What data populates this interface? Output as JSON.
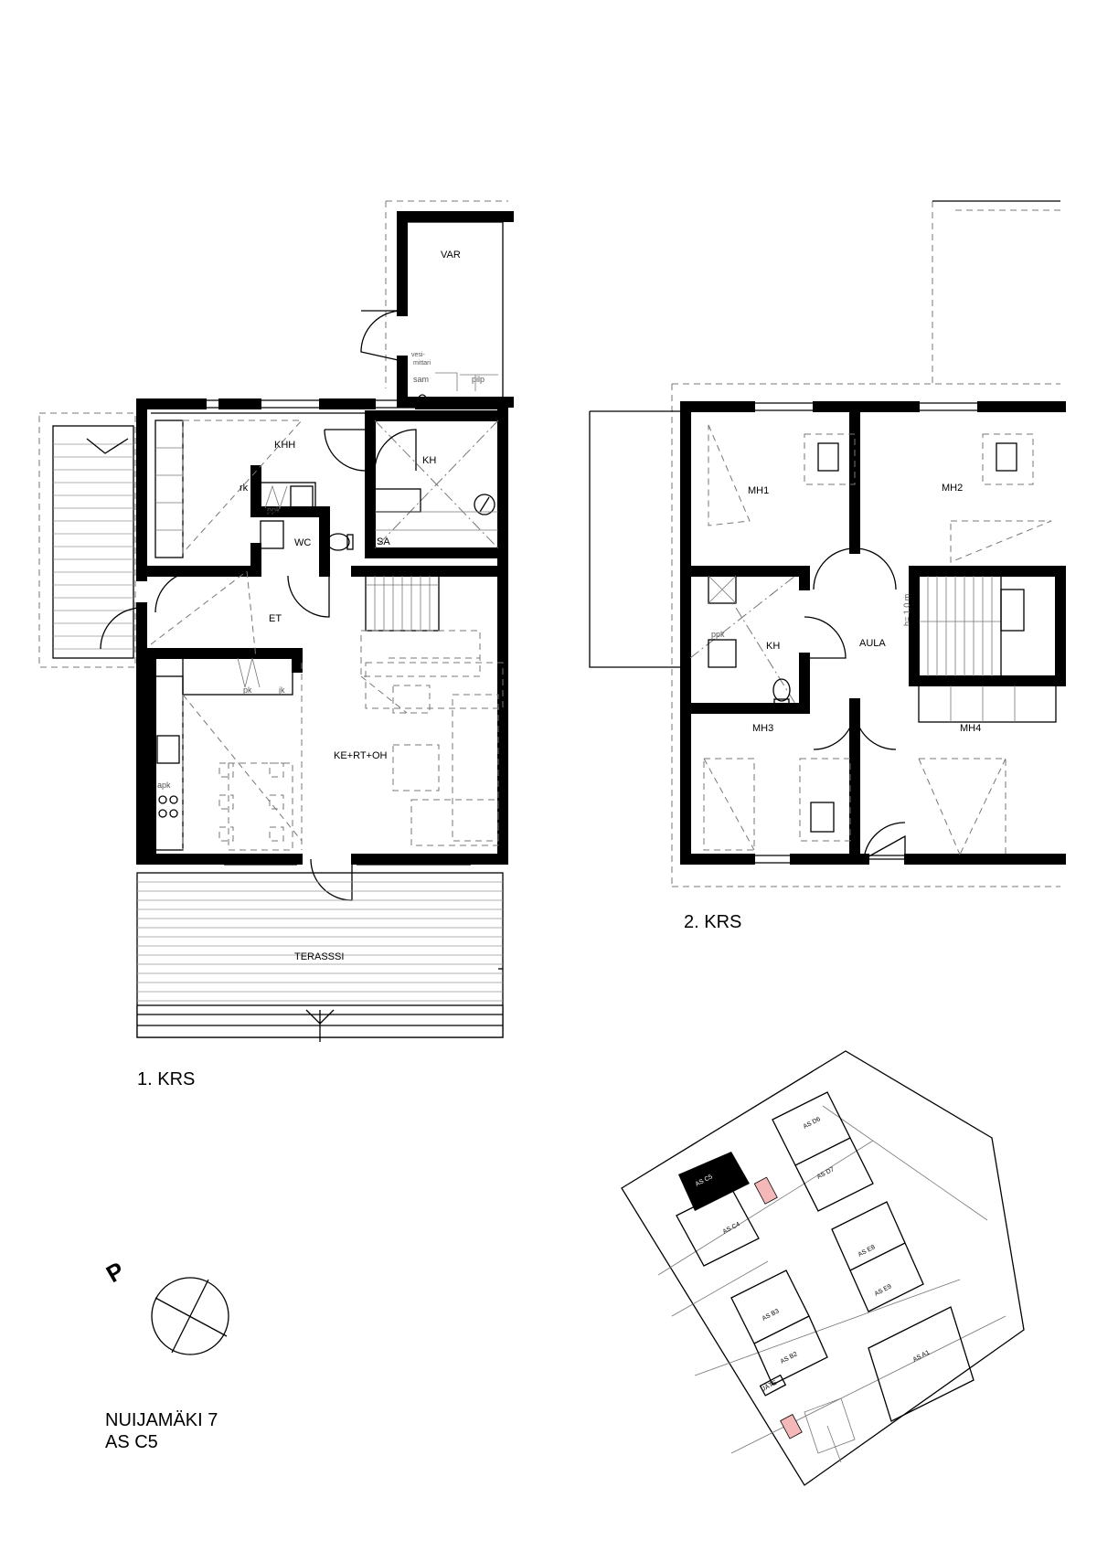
{
  "floor1": {
    "label": "1. KRS",
    "rooms": {
      "var": "VAR",
      "vesimittari": "vesi-\nmittari",
      "sam": "sam",
      "pilp": "pilp",
      "khh": "KHH",
      "kh": "KH",
      "rk": "rk",
      "ppk": "ppk",
      "wc": "WC",
      "sa": "SA",
      "et": "ET",
      "pk": "pk",
      "jk": "jk",
      "apk": "apk",
      "living": "KE+RT+OH",
      "terrace": "TERASSSI"
    }
  },
  "floor2": {
    "label": "2. KRS",
    "rooms": {
      "mh1": "MH1",
      "mh2": "MH2",
      "mh3": "MH3",
      "mh4": "MH4",
      "kh": "KH",
      "ppk": "ppk",
      "aula": "AULA",
      "height_note": "h= 1,0 m"
    }
  },
  "site_plan": {
    "units": [
      "AS C5",
      "AS C4",
      "AS D6",
      "AS D7",
      "AS E8",
      "AS E9",
      "AS B3",
      "AS B2",
      "AS A1"
    ],
    "waste": "JÄTE",
    "highlight_unit": "AS C5",
    "highlight_color": "#000000",
    "parking_color": "#f4b8b8"
  },
  "address": {
    "line1": "NUIJAMÄKI 7",
    "line2": "AS C5"
  },
  "north_arrow": "P"
}
